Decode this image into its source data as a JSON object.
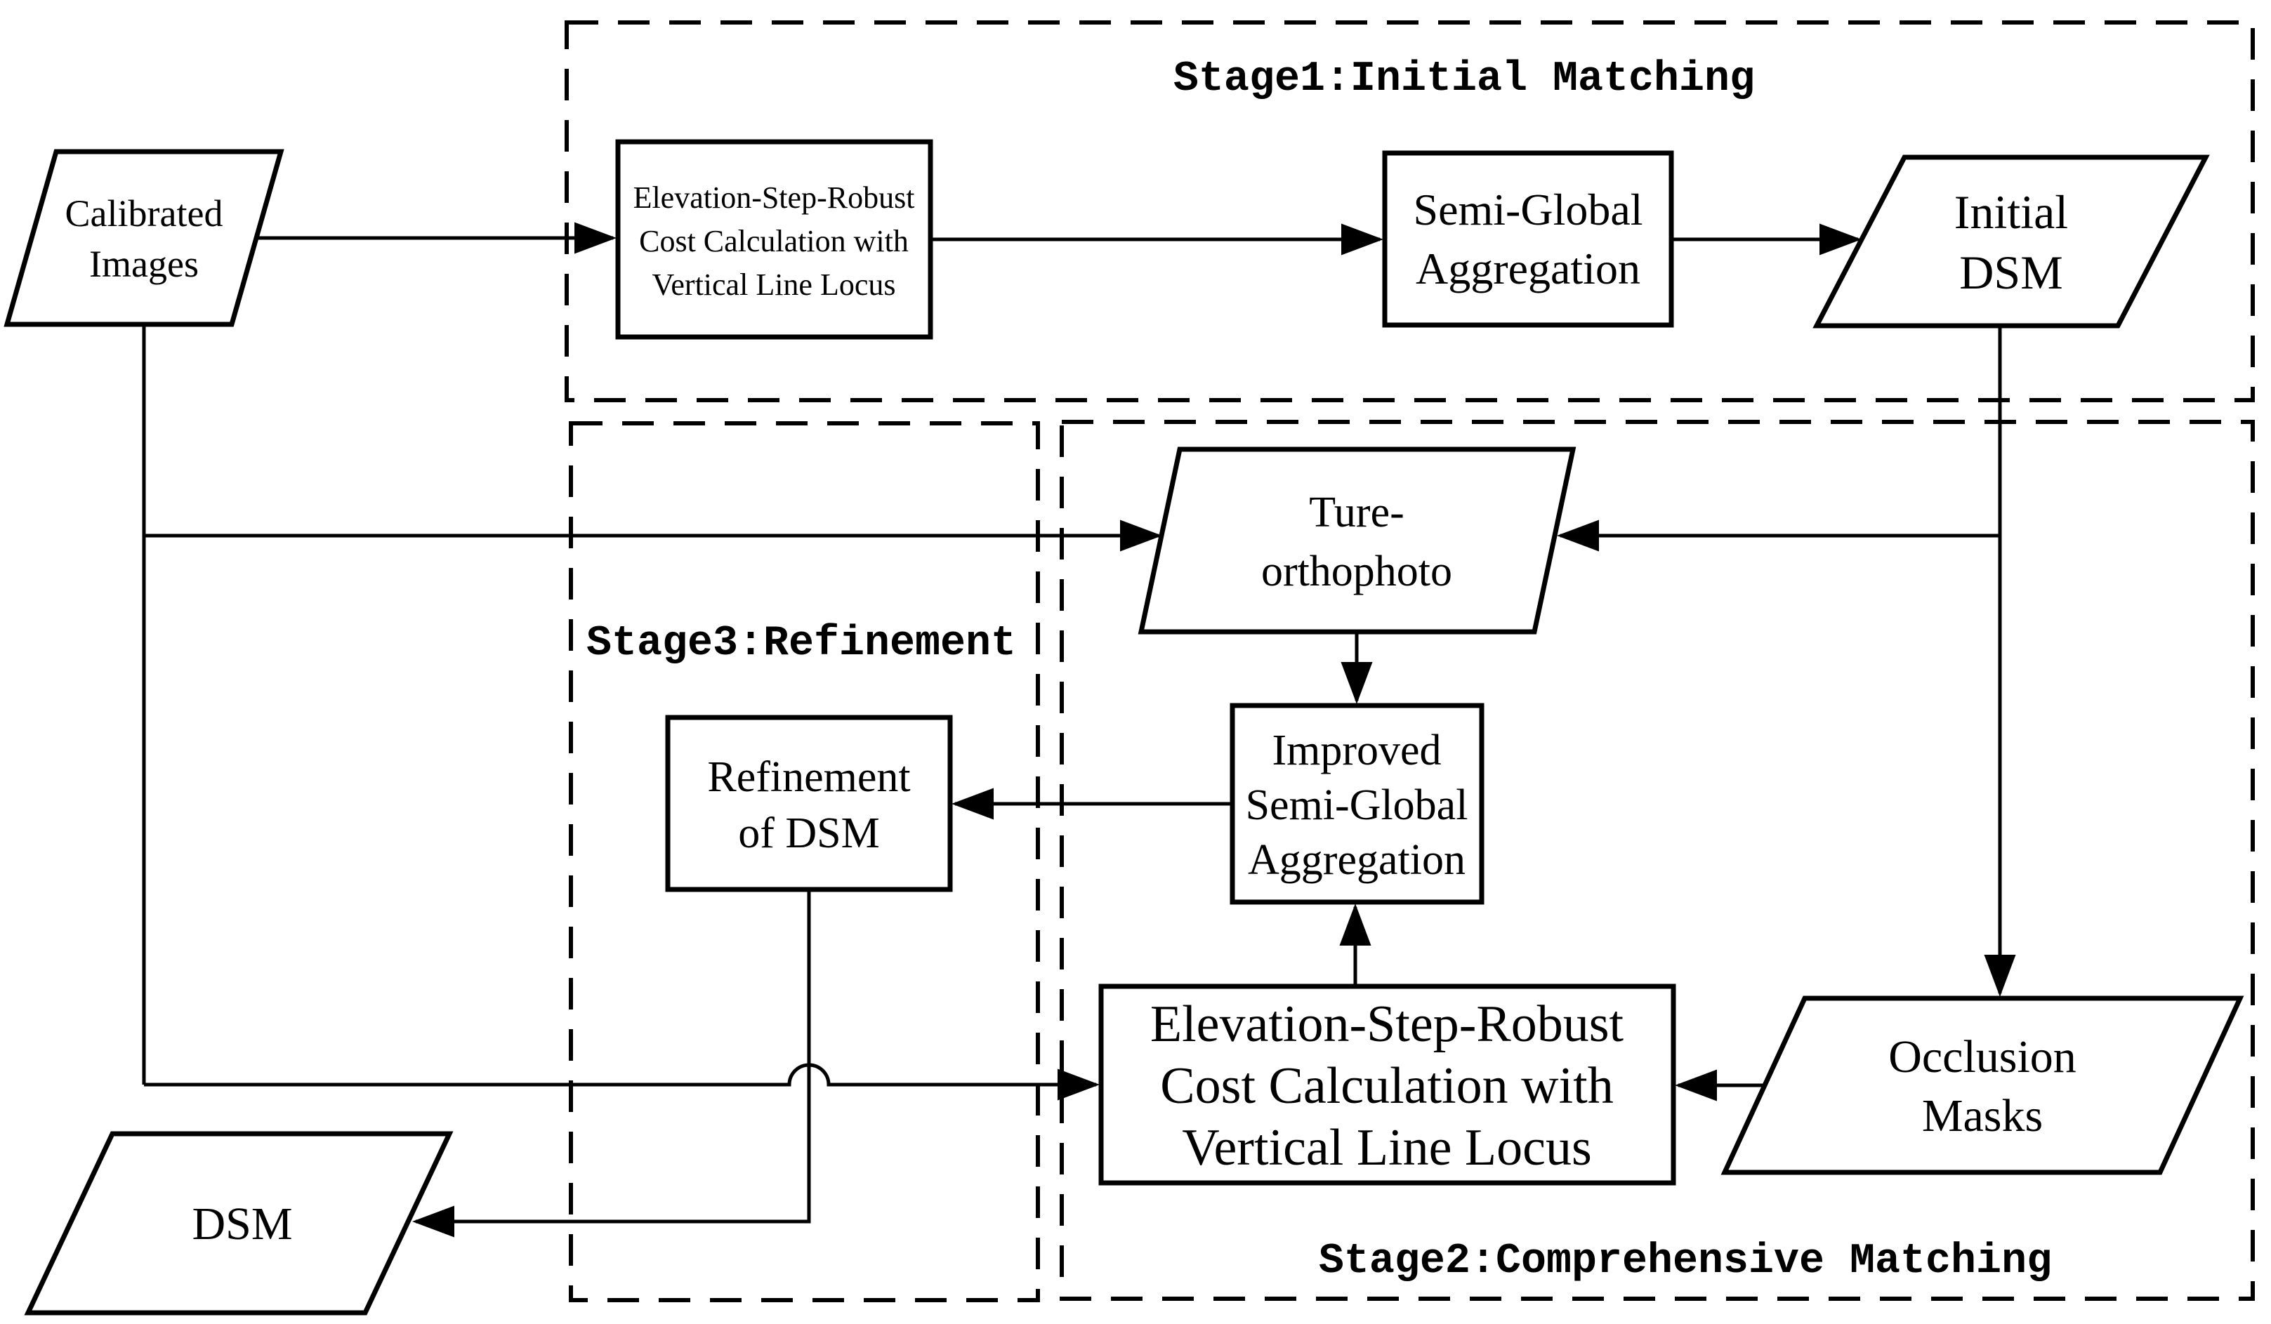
{
  "figure": {
    "background": "#ffffff",
    "line_color": "#000000",
    "stage_labels": {
      "stage1": "Stage1:Initial Matching",
      "stage2": "Stage2:Comprehensive Matching",
      "stage3": "Stage3:Refinement"
    },
    "nodes": {
      "calibrated_images": {
        "shape": "parallelogram",
        "lines": [
          "Calibrated",
          "Images"
        ]
      },
      "cost_calc_stage1": {
        "shape": "rect",
        "lines": [
          "Elevation-Step-Robust",
          "Cost Calculation with",
          "Vertical Line Locus"
        ]
      },
      "semi_global_aggregation": {
        "shape": "rect",
        "lines": [
          "Semi-Global",
          "Aggregation"
        ]
      },
      "initial_dsm": {
        "shape": "parallelogram",
        "lines": [
          "Initial",
          "DSM"
        ]
      },
      "true_orthophoto": {
        "shape": "parallelogram",
        "lines": [
          "Ture-",
          "orthophoto"
        ]
      },
      "improved_semi_global_aggregation": {
        "shape": "rect",
        "lines": [
          "Improved",
          "Semi-Global",
          "Aggregation"
        ]
      },
      "refinement_of_dsm": {
        "shape": "rect",
        "lines": [
          "Refinement",
          "of DSM"
        ]
      },
      "cost_calc_stage2": {
        "shape": "rect",
        "lines": [
          "Elevation-Step-Robust",
          "Cost Calculation with",
          "Vertical Line Locus"
        ]
      },
      "occlusion_masks": {
        "shape": "parallelogram",
        "lines": [
          "Occlusion",
          "Masks"
        ]
      },
      "dsm": {
        "shape": "parallelogram",
        "lines": [
          "DSM"
        ]
      }
    }
  }
}
